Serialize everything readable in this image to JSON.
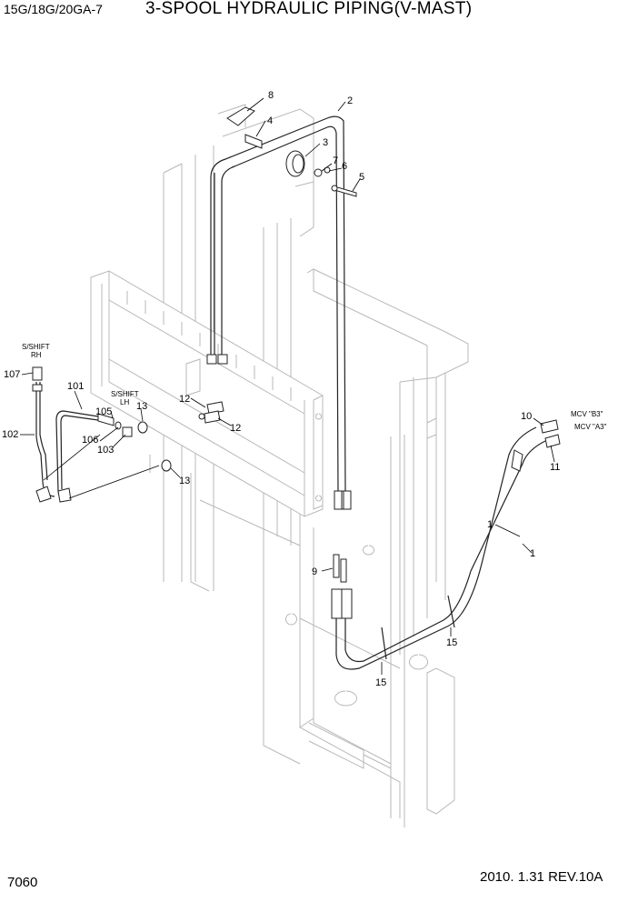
{
  "header": {
    "model": "15G/18G/20GA-7",
    "title": "3-SPOOL HYDRAULIC PIPING(V-MAST)"
  },
  "footer": {
    "page_number": "7060",
    "revision": "2010.  1.31  REV.10A"
  },
  "callouts": {
    "c1a": "1",
    "c1b": "1",
    "c2": "2",
    "c3": "3",
    "c4": "4",
    "c5": "5",
    "c6": "6",
    "c7": "7",
    "c8": "8",
    "c9": "9",
    "c10": "10",
    "c11": "11",
    "c12a": "12",
    "c12b": "12",
    "c13a": "13",
    "c13b": "13",
    "c15a": "15",
    "c15b": "15",
    "c101": "101",
    "c102": "102",
    "c103": "103",
    "c105": "105",
    "c106": "106",
    "c107": "107"
  },
  "annotations": {
    "sshift_rh_1": "S/SHIFT",
    "sshift_rh_2": "RH",
    "sshift_lh_1": "S/SHIFT",
    "sshift_lh_2": "LH",
    "mcv_b3": "MCV \"B3\"",
    "mcv_a3": "MCV \"A3\""
  }
}
